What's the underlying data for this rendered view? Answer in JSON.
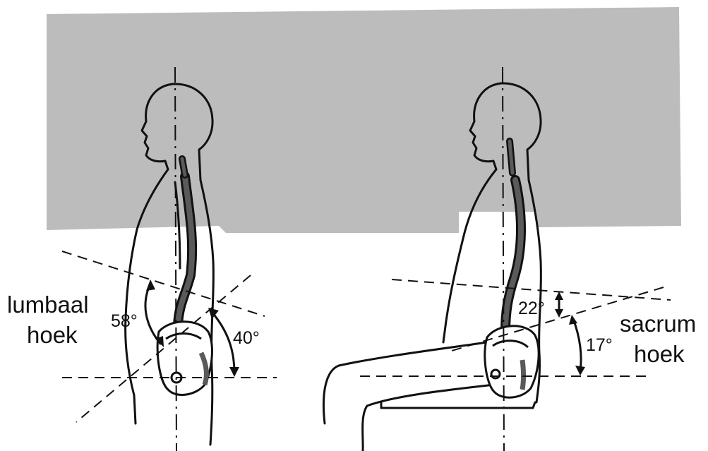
{
  "labels": {
    "lumbaal_line1": "lumbaal",
    "lumbaal_line2": "hoek",
    "sacrum_line1": "sacrum",
    "sacrum_line2": "hoek"
  },
  "angles": {
    "standing_lumbar": "58°",
    "standing_pelvis": "40°",
    "sitting_upper": "22°",
    "sitting_sacrum": "17°"
  },
  "colors": {
    "background_panel": "#bcbcbc",
    "spine": "#5a5a5a",
    "ink": "#111111"
  }
}
